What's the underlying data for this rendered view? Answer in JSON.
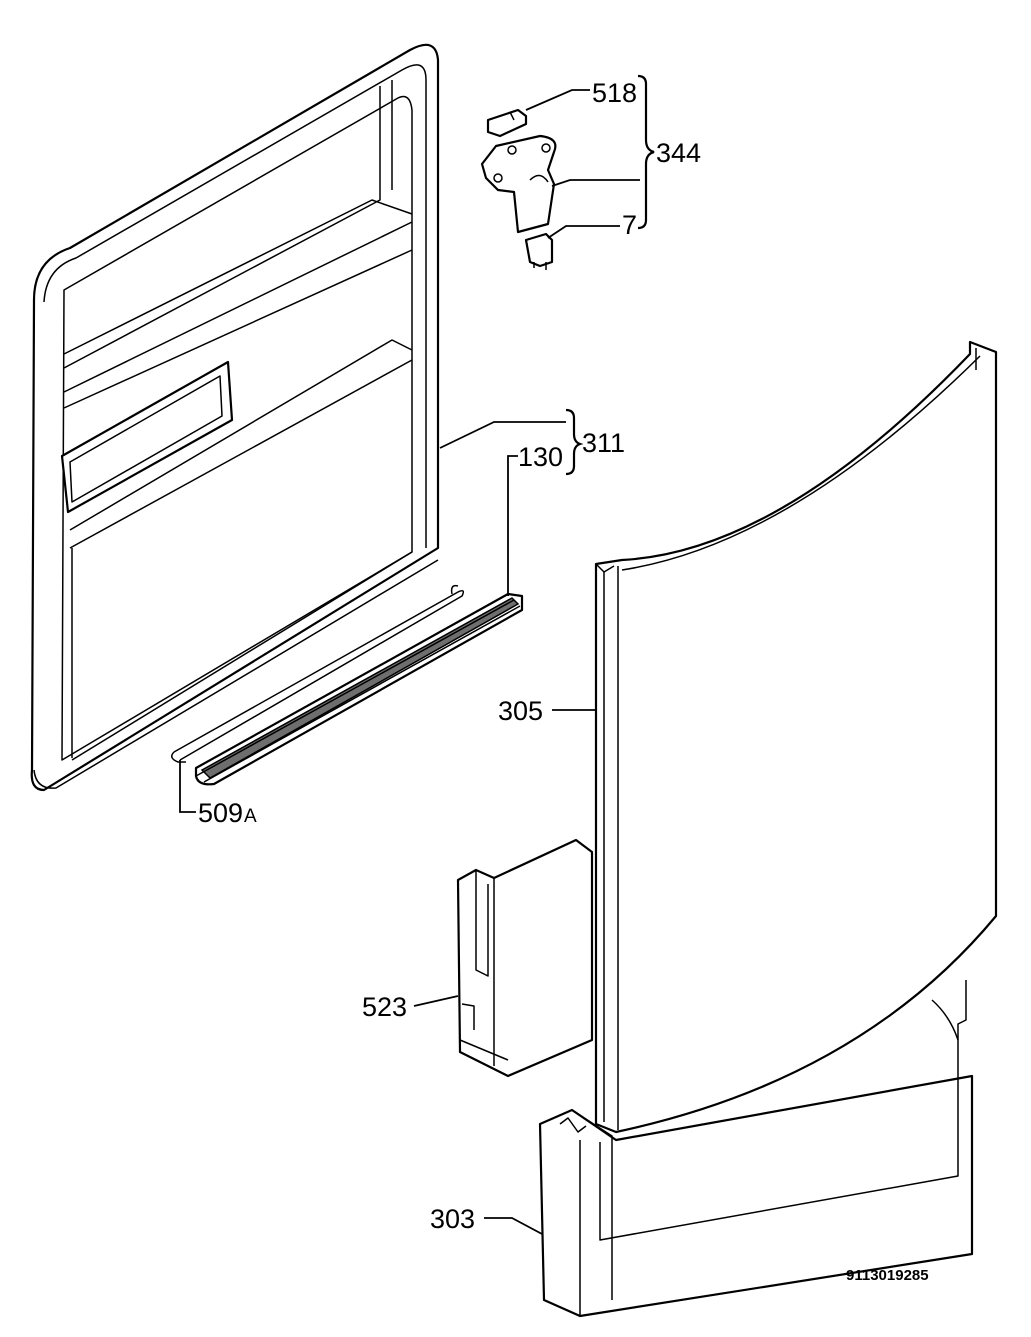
{
  "labels": {
    "p518": "518",
    "p344": "344",
    "p7": "7",
    "p311": "311",
    "p130": "130",
    "p305": "305",
    "p509_num": "509",
    "p509_suffix": "A",
    "p523": "523",
    "p303": "303"
  },
  "document_number": "9113019285"
}
